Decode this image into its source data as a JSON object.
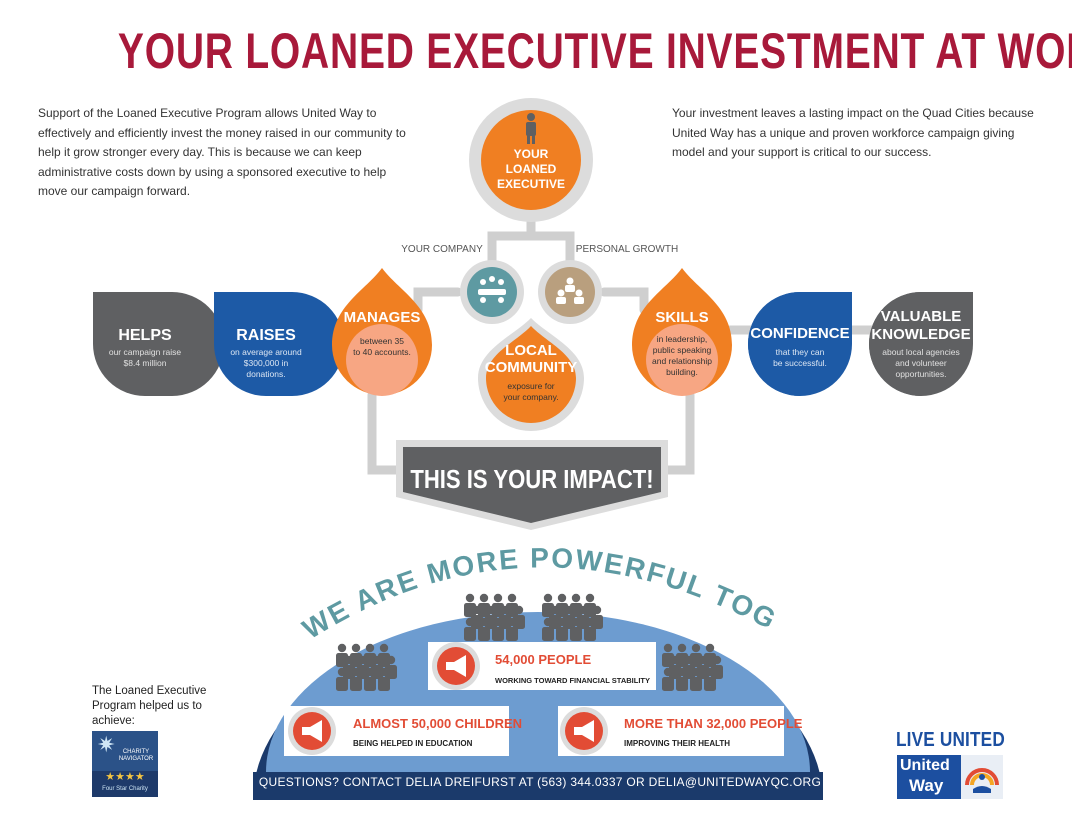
{
  "title": "YOUR LOANED EXECUTIVE INVESTMENT AT WORK",
  "intro_left": "Support of the Loaned Executive Program allows United Way to effectively and efficiently invest the money raised in our community to help it grow stronger every day. This is because we can keep administrative costs down by using a sponsored executive to help move our campaign forward.",
  "intro_right": "Your investment leaves a lasting impact on the Quad Cities because United Way has a unique and proven workforce campaign giving model and your support is critical to our success.",
  "center": {
    "line1": "YOUR",
    "line2": "LOANED",
    "line3": "EXECUTIVE"
  },
  "labels": {
    "your_company": "YOUR COMPANY",
    "personal_growth": "PERSONAL GROWTH"
  },
  "nodes": {
    "helps": {
      "title": "HELPS",
      "line1": "our campaign raise",
      "line2": "$8.4 million"
    },
    "raises": {
      "title": "RAISES",
      "line1": "on average around",
      "line2": "$300,000 in",
      "line3": "donations."
    },
    "manages": {
      "title": "MANAGES",
      "line1": "between 35",
      "line2": "to 40 accounts."
    },
    "local": {
      "title1": "LOCAL",
      "title2": "COMMUNITY",
      "line1": "exposure for",
      "line2": "your company."
    },
    "skills": {
      "title": "SKILLS",
      "line1": "in leadership,",
      "line2": "public speaking",
      "line3": "and relationship",
      "line4": "building."
    },
    "confidence": {
      "title": "CONFIDENCE",
      "line1": "that they can",
      "line2": "be successful."
    },
    "knowledge": {
      "title1": "VALUABLE",
      "title2": "KNOWLEDGE",
      "line1": "about local agencies",
      "line2": "and volunteer",
      "line3": "opportunities."
    }
  },
  "impact": "THIS IS YOUR IMPACT!",
  "together": "WE ARE MORE POWERFUL TOGETHER!",
  "stats": [
    {
      "headline": "54,000 PEOPLE",
      "detail": "WORKING TOWARD FINANCIAL STABILITY"
    },
    {
      "headline": "ALMOST 50,000 CHILDREN",
      "detail": "BEING HELPED IN EDUCATION"
    },
    {
      "headline": "MORE THAN 32,000 PEOPLE",
      "detail": "IMPROVING THEIR HEALTH"
    }
  ],
  "footer": "QUESTIONS? CONTACT DELIA DREIFURST AT (563) 344.0337 OR DELIA@UNITEDWAYQC.ORG",
  "achieve": "The Loaned Executive Program helped us to achieve:",
  "badge": {
    "line1": "CHARITY",
    "line2": "NAVIGATOR",
    "stars": "★★★★",
    "line3": "Four Star Charity"
  },
  "brand": {
    "live_united": "LIVE UNITED",
    "uw1": "United",
    "uw2": "Way"
  },
  "colors": {
    "red": "#a8193a",
    "orange": "#f07f22",
    "peach": "#f7a683",
    "blue": "#1d5aa6",
    "gray": "#5f6062",
    "navy": "#1b3a6b",
    "sky": "#6d9cd0",
    "teal": "#5e9aa2",
    "tan": "#b99f7e"
  }
}
